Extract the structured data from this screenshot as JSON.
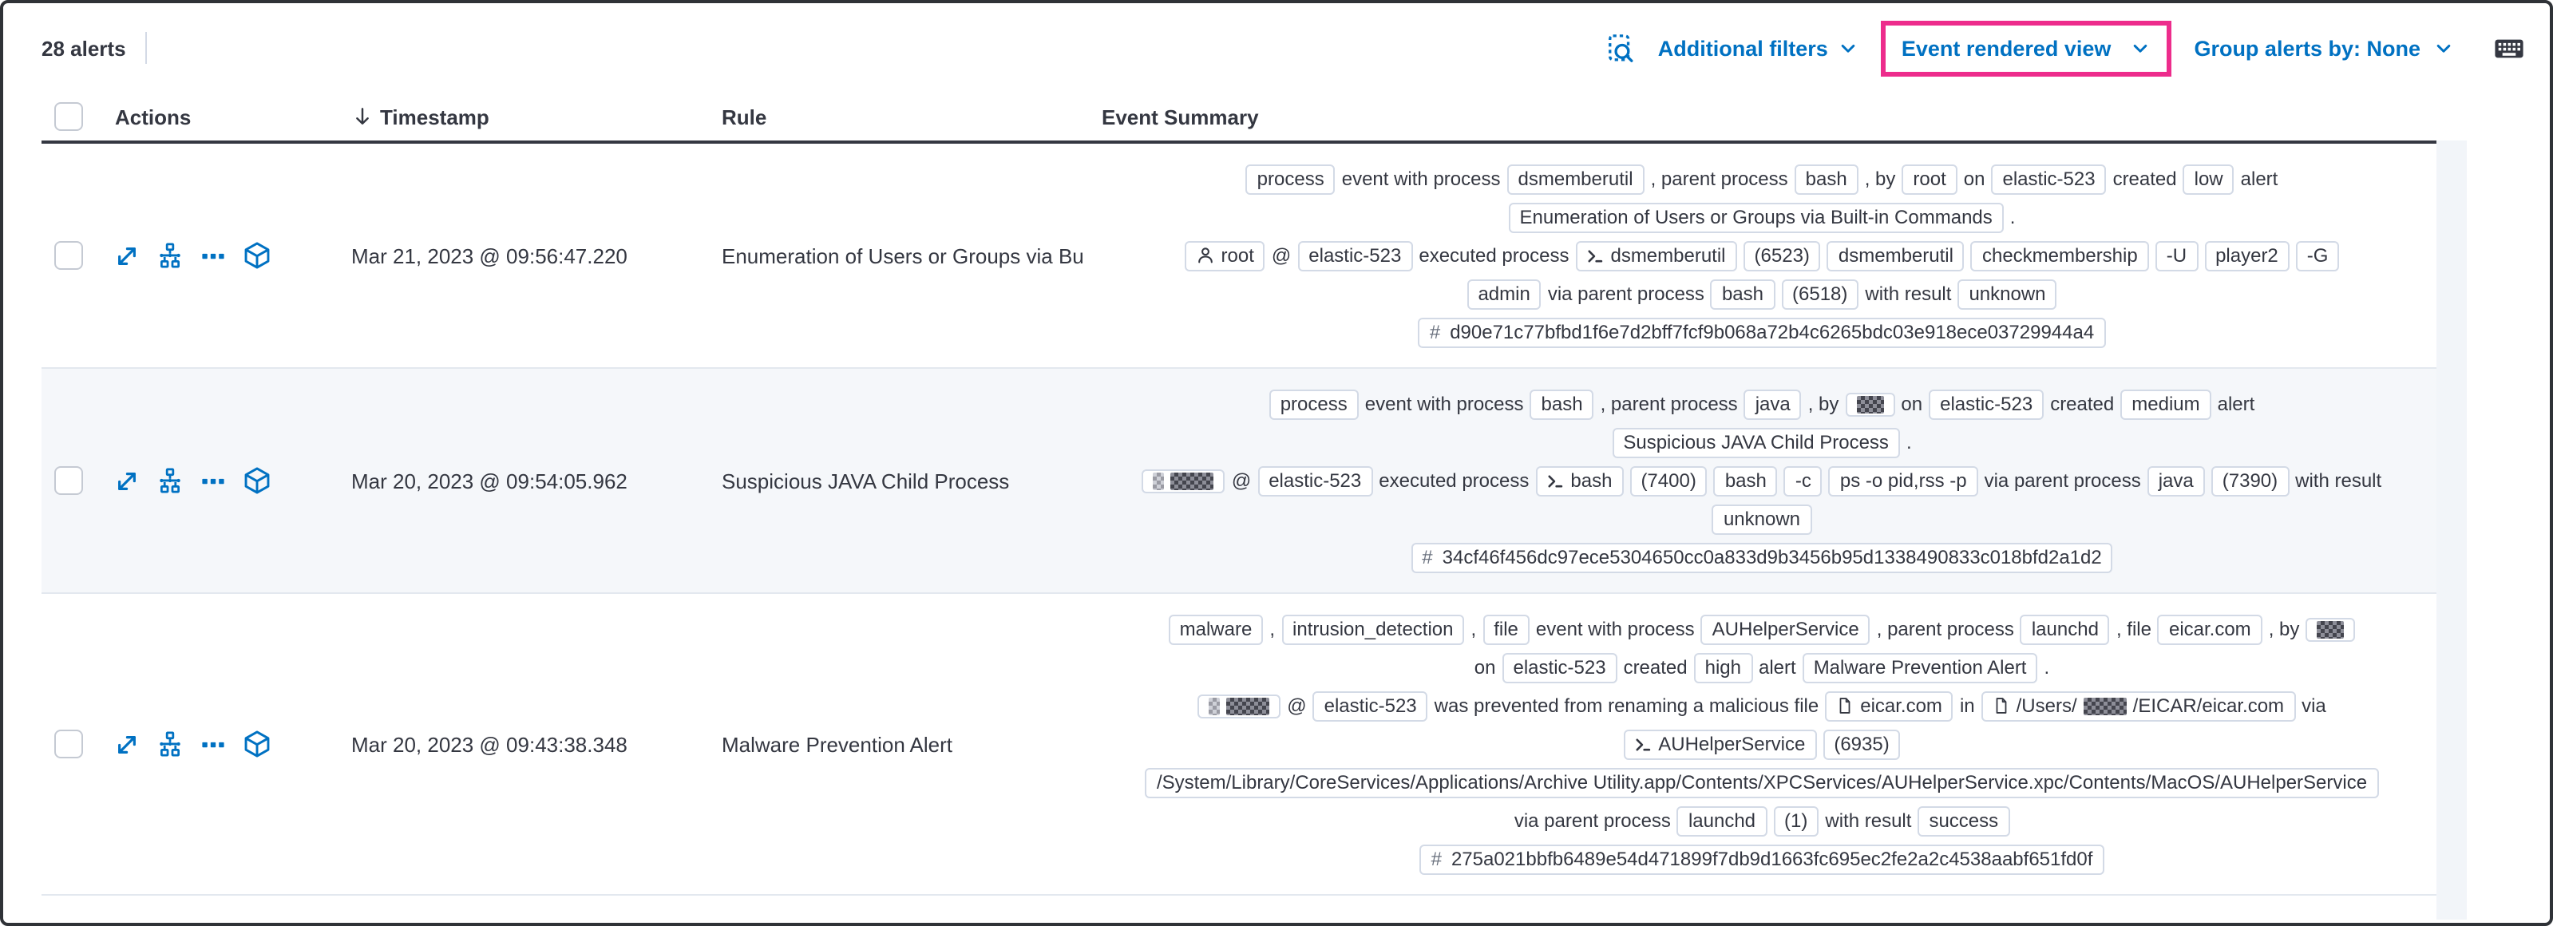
{
  "toolbar": {
    "alerts_count": "28 alerts",
    "additional_filters": "Additional filters",
    "view_mode": "Event rendered view",
    "group_by": "Group alerts by: None"
  },
  "colors": {
    "highlight_box": "#ED2C8C",
    "link_blue": "#0071C2",
    "text_dark": "#343741",
    "striped_row_bg": "#f5f7fa"
  },
  "icon_names": {
    "toolbar": [
      "inspect-icon",
      "chevron-down-icon",
      "keyboard-icon"
    ],
    "header": [
      "sort-descending-icon"
    ],
    "row_actions": [
      "expand-icon",
      "analyzer-icon",
      "boxes-horizontal-icon",
      "cube-icon"
    ],
    "badge": [
      "user-icon",
      "terminal-prompt-icon",
      "file-icon",
      "hash-icon"
    ]
  },
  "table": {
    "headers": {
      "actions": "Actions",
      "timestamp": "Timestamp",
      "rule": "Rule",
      "summary": "Event Summary"
    },
    "row_actions": [
      {
        "name": "expand-alert-button",
        "icon": "expand-icon"
      },
      {
        "name": "analyze-event-button",
        "icon": "analyzer-icon"
      },
      {
        "name": "more-actions-button",
        "icon": "boxes-horizontal-icon"
      },
      {
        "name": "session-view-button",
        "icon": "cube-icon"
      }
    ],
    "rows": [
      {
        "timestamp": "Mar 21, 2023 @ 09:56:47.220",
        "rule": "Enumeration of Users or Groups via Bui",
        "summary": [
          [
            {
              "b": "process"
            },
            "event with process",
            {
              "b": "dsmemberutil"
            },
            ", parent process",
            {
              "b": "bash"
            },
            ", by",
            {
              "b": "root"
            },
            "on",
            {
              "b": "elastic-523"
            },
            "created",
            {
              "b": "low"
            },
            "alert"
          ],
          [
            {
              "b": "Enumeration of Users or Groups via Built-in Commands"
            },
            "."
          ],
          [
            {
              "b": "root",
              "i": "user-icon"
            },
            "@",
            {
              "b": "elastic-523"
            },
            "executed process",
            {
              "b": "dsmemberutil",
              "i": "terminal-prompt-icon"
            },
            {
              "b": "(6523)"
            },
            {
              "b": "dsmemberutil"
            },
            {
              "b": "checkmembership"
            },
            {
              "b": "-U"
            },
            {
              "b": "player2"
            },
            {
              "b": "-G"
            }
          ],
          [
            {
              "b": "admin"
            },
            "via parent process",
            {
              "b": "bash"
            },
            {
              "b": "(6518)"
            },
            "with result",
            {
              "b": "unknown"
            }
          ],
          [
            {
              "b": "d90e71c77bfbd1f6e7d2bff7fcf9b068a72b4c6265bdc03e918ece03729944a4",
              "i": "hash-icon"
            }
          ]
        ]
      },
      {
        "timestamp": "Mar 20, 2023 @ 09:54:05.962",
        "rule": "Suspicious JAVA Child Process",
        "summary": [
          [
            {
              "b": "process"
            },
            "event with process",
            {
              "b": "bash"
            },
            ", parent process",
            {
              "b": "java"
            },
            ", by",
            {
              "b": [
                {
                  "r": "sm"
                }
              ]
            },
            "on",
            {
              "b": "elastic-523"
            },
            "created",
            {
              "b": "medium"
            },
            "alert"
          ],
          [
            {
              "b": "Suspicious JAVA Child Process"
            },
            "."
          ],
          [
            {
              "b": [
                {
                  "r": "xs"
                },
                {
                  "r": "md"
                }
              ]
            },
            "@",
            {
              "b": "elastic-523"
            },
            "executed process",
            {
              "b": "bash",
              "i": "terminal-prompt-icon"
            },
            {
              "b": "(7400)"
            },
            {
              "b": "bash"
            },
            {
              "b": "-c"
            },
            {
              "b": "ps -o pid,rss -p"
            },
            "via parent process",
            {
              "b": "java"
            },
            {
              "b": "(7390)"
            },
            "with result"
          ],
          [
            {
              "b": "unknown"
            }
          ],
          [
            {
              "b": "34cf46f456dc97ece5304650cc0a833d9b3456b95d1338490833c018bfd2a1d2",
              "i": "hash-icon"
            }
          ]
        ]
      },
      {
        "timestamp": "Mar 20, 2023 @ 09:43:38.348",
        "rule": "Malware Prevention Alert",
        "summary": [
          [
            {
              "b": "malware"
            },
            ",",
            {
              "b": "intrusion_detection"
            },
            ",",
            {
              "b": "file"
            },
            "event with process",
            {
              "b": "AUHelperService"
            },
            ", parent process",
            {
              "b": "launchd"
            },
            ", file",
            {
              "b": "eicar.com"
            },
            ", by",
            {
              "b": [
                {
                  "r": "sm"
                }
              ]
            }
          ],
          [
            "on",
            {
              "b": "elastic-523"
            },
            "created",
            {
              "b": "high"
            },
            "alert",
            {
              "b": "Malware Prevention Alert"
            },
            "."
          ],
          [
            {
              "b": [
                {
                  "r": "xs"
                },
                {
                  "r": "md"
                }
              ]
            },
            "@",
            {
              "b": "elastic-523"
            },
            "was prevented from renaming a malicious file",
            {
              "b": "eicar.com",
              "i": "file-icon"
            },
            "in",
            {
              "b": [
                {
                  "t": "/Users/"
                },
                {
                  "r": "md"
                },
                {
                  "t": "/EICAR/eicar.com"
                }
              ],
              "i": "file-icon"
            },
            "via"
          ],
          [
            {
              "b": "AUHelperService",
              "i": "terminal-prompt-icon"
            },
            {
              "b": "(6935)"
            }
          ],
          [
            {
              "b": "/System/Library/CoreServices/Applications/Archive Utility.app/Contents/XPCServices/AUHelperService.xpc/Contents/MacOS/AUHelperService"
            }
          ],
          [
            "via parent process",
            {
              "b": "launchd"
            },
            {
              "b": "(1)"
            },
            "with result",
            {
              "b": "success"
            }
          ],
          [
            {
              "b": "275a021bbfb6489e54d471899f7db9d1663fc695ec2fe2a2c4538aabf651fd0f",
              "i": "hash-icon"
            }
          ]
        ]
      }
    ]
  }
}
